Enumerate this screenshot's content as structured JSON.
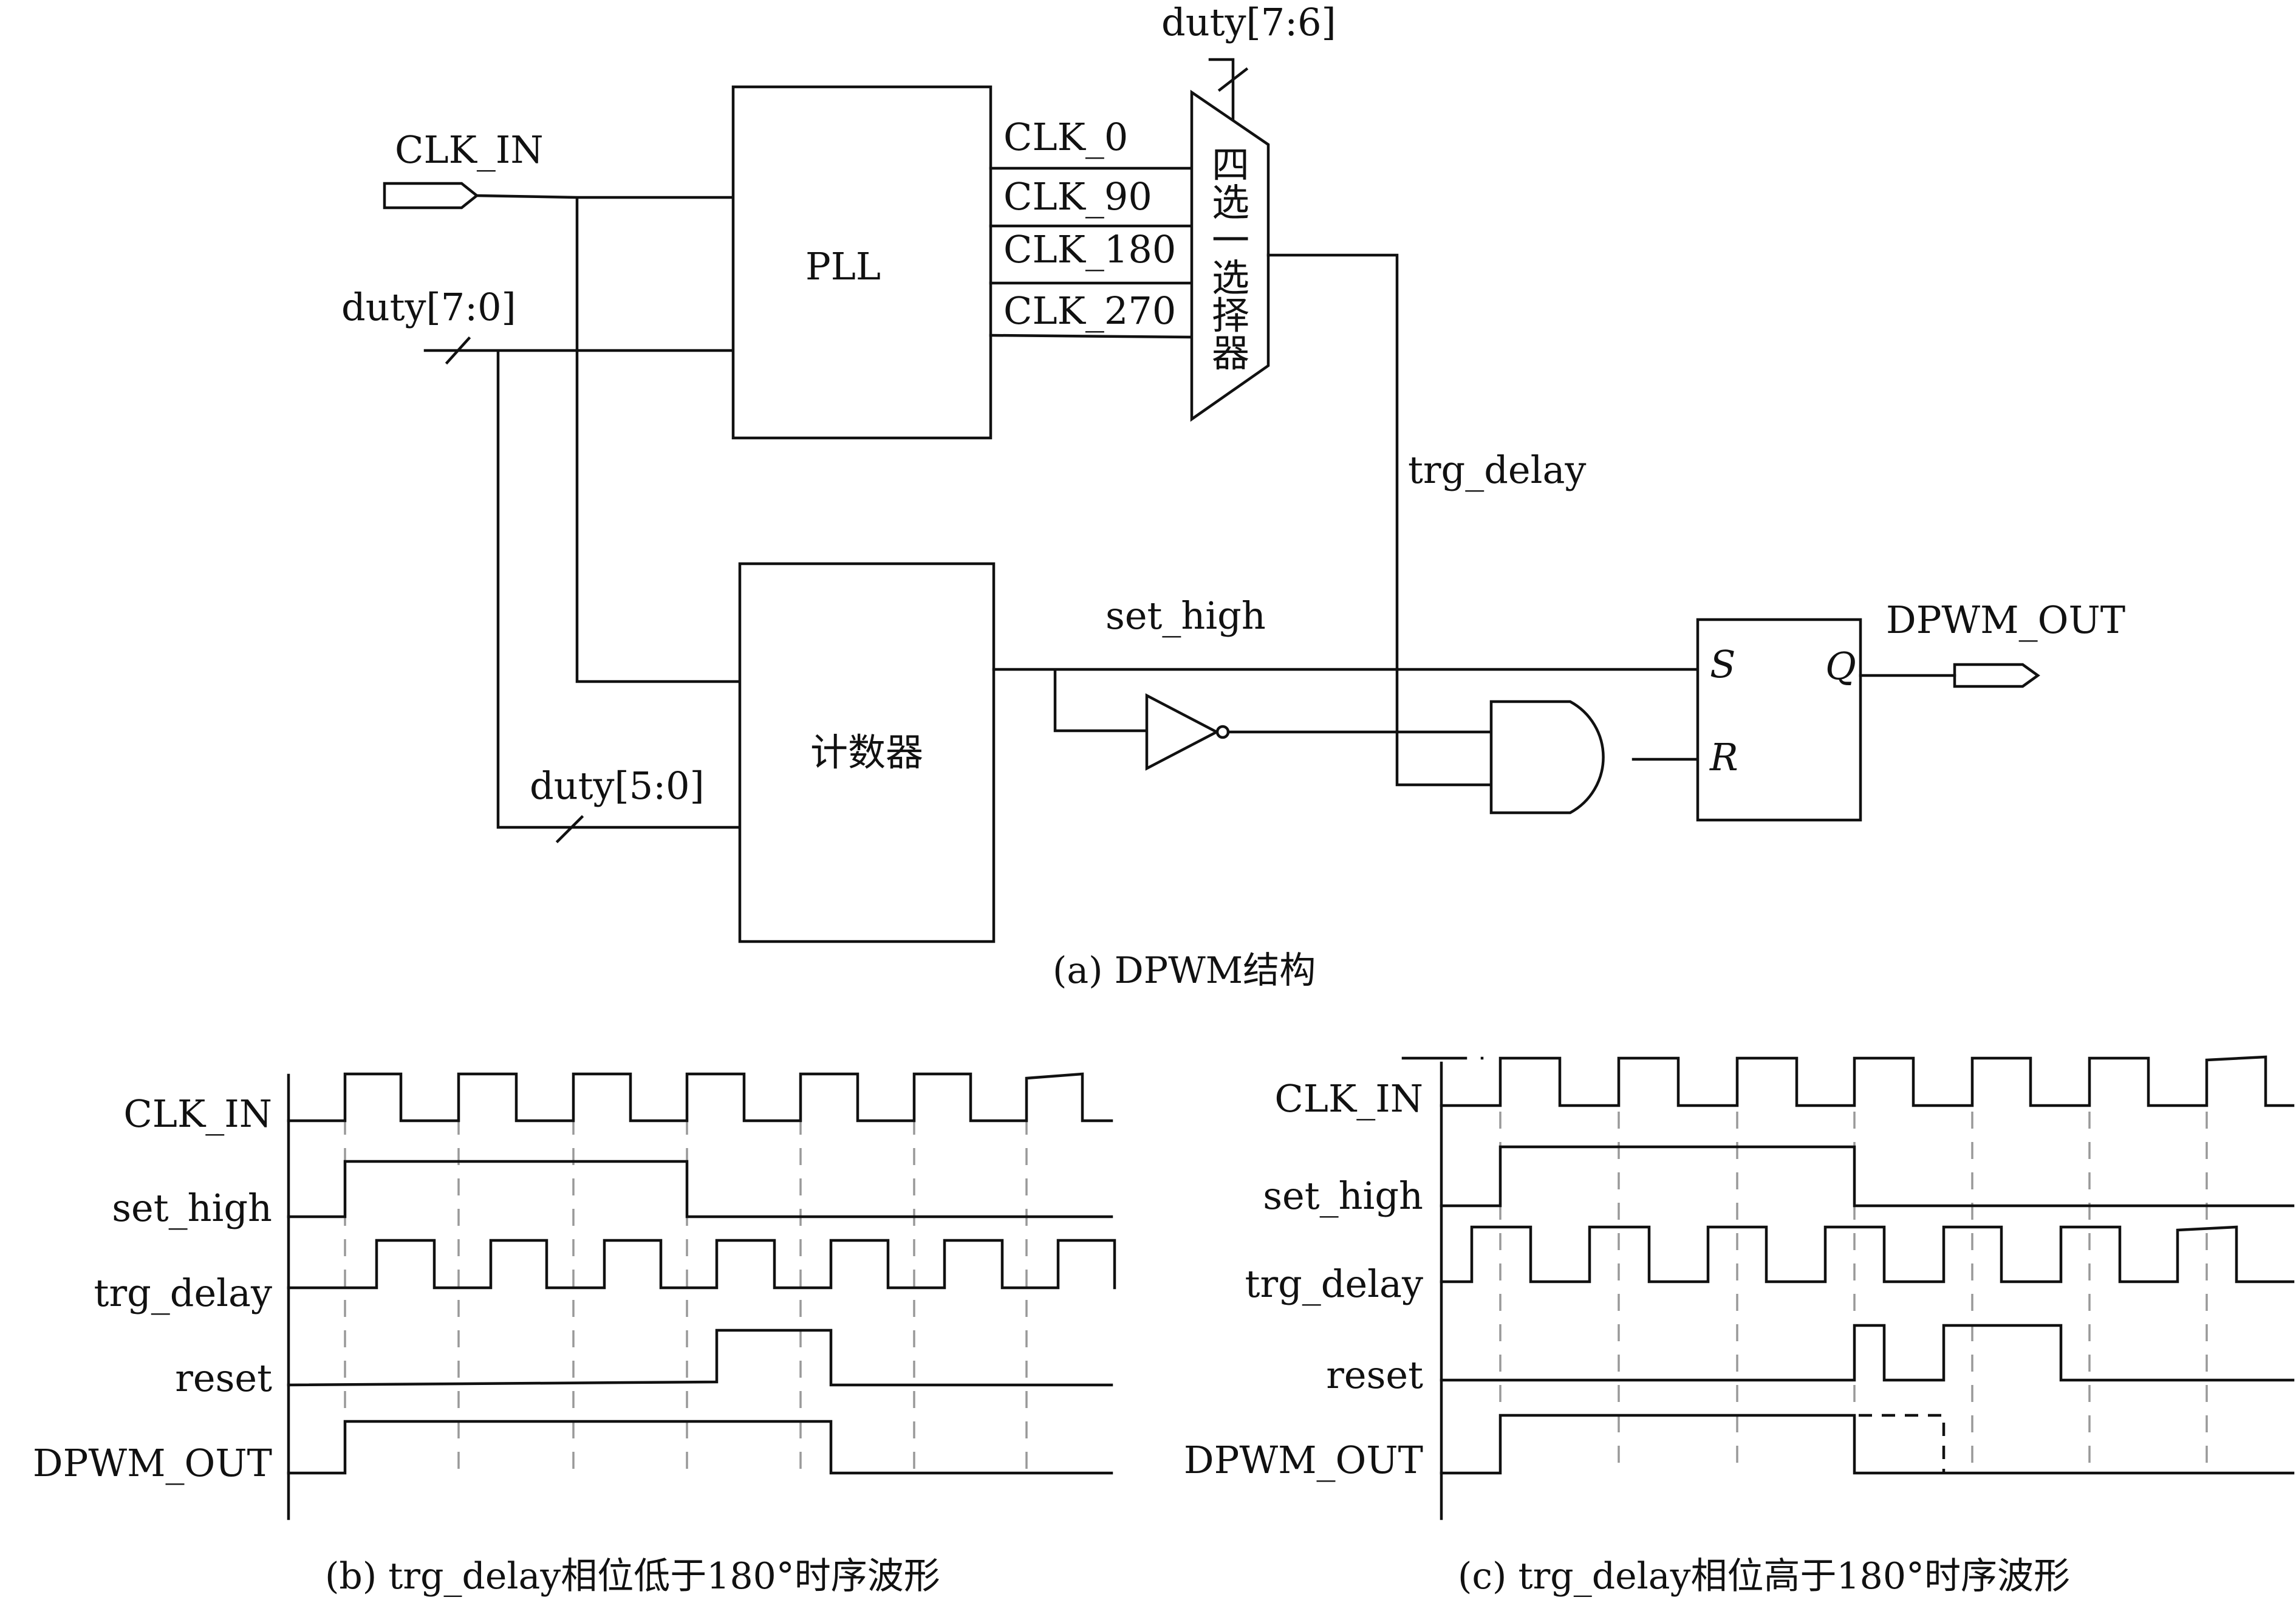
{
  "panel_a": {
    "caption": "(a) DPWM结构",
    "blocks": {
      "pll": "PLL",
      "mux": [
        "四",
        "选",
        "一",
        "选",
        "择",
        "器"
      ],
      "counter": "计数器"
    },
    "ports": {
      "clk_in": "CLK_IN",
      "dpwm_out": "DPWM_OUT"
    },
    "buses": {
      "duty_all": "duty[7:0]",
      "duty_hi": "duty[7:6]",
      "duty_lo": "duty[5:0]"
    },
    "pll_outputs": [
      "CLK_0",
      "CLK_90",
      "CLK_180",
      "CLK_270"
    ],
    "nets": {
      "trg_delay": "trg_delay",
      "set_high": "set_high"
    },
    "flipflop": {
      "s": "S",
      "r": "R",
      "q": "Q"
    }
  },
  "panel_b": {
    "caption": "(b) trg_delay相位低于180°时序波形",
    "signals": [
      "CLK_IN",
      "set_high",
      "trg_delay",
      "reset",
      "DPWM_OUT"
    ]
  },
  "panel_c": {
    "caption": "(c) trg_delay相位高于180°时序波形",
    "signals": [
      "CLK_IN",
      "set_high",
      "trg_delay",
      "reset",
      "DPWM_OUT"
    ]
  }
}
